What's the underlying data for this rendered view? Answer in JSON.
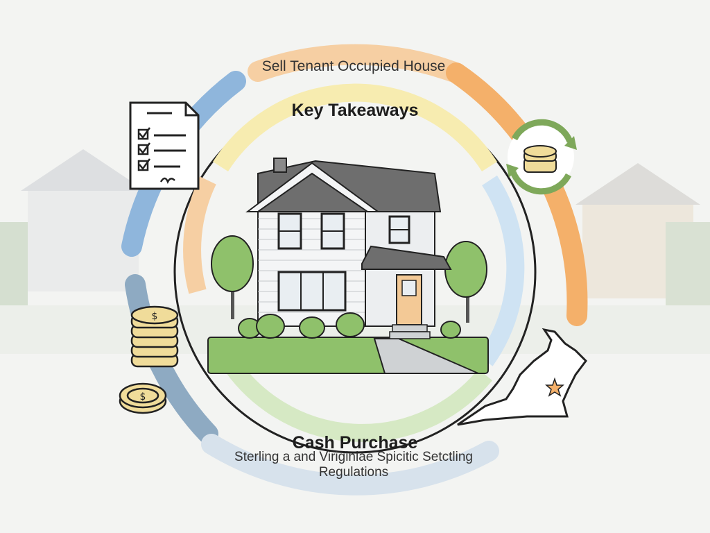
{
  "labels": {
    "top": "Sell Tenant Occupied House",
    "inner_top": "Key Takeaways",
    "inner_bottom": "Cash Purchase",
    "bottom_line1": "Sterling a and Viriginiae Spicitic Setctling",
    "bottom_line2": "Regulations"
  },
  "icons": [
    "checklist-document-icon",
    "coin-cycle-icon",
    "coin-stack-icon",
    "coin-icon",
    "virginia-map-icon",
    "house-icon"
  ],
  "colors": {
    "ring_blue": "#8fb6dc",
    "ring_orange": "#f4b06a",
    "ring_peach": "#f6cfa3",
    "ring_slate": "#8eaac2",
    "inner_yellow": "#f7ecb0",
    "inner_blue": "#cfe3f3",
    "inner_green": "#d6e9c4",
    "grass": "#8fc16b",
    "roof": "#6e6e6e",
    "door": "#f3c996"
  }
}
